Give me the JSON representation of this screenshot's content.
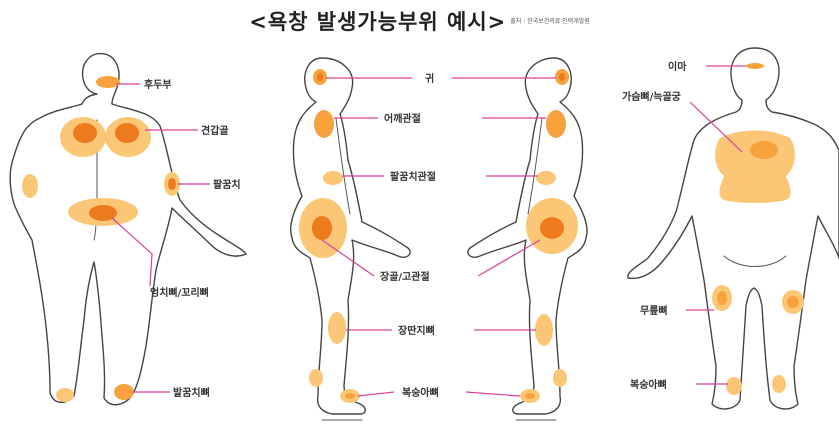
{
  "title": "<욕창 발생가능부위 예시>",
  "source": "출처 : 한국보건의료 인력개발원",
  "labels": {
    "occiput": "후두부",
    "shoulder_blade": "견갑골",
    "elbow": "팔꿈치",
    "buttock_coccyx": "엉치뼈/꼬리뼈",
    "heel": "발꿈치뼈",
    "ear": "귀",
    "shoulder_joint": "어깨관절",
    "elbow_joint": "팔꿈치관절",
    "hip_joint": "장골/고관절",
    "knee_side": "장딴지뼈",
    "ankle_side": "복숭아뼈",
    "forehead": "이마",
    "chest": "가슴뼈/늑골궁",
    "knee": "무릎뼈",
    "ankle_front": "복숭아뼈"
  },
  "colors": {
    "pale": "#fbc776",
    "mid": "#f7a23c",
    "deep": "#ee7a1e",
    "leader": "#d8409a"
  }
}
